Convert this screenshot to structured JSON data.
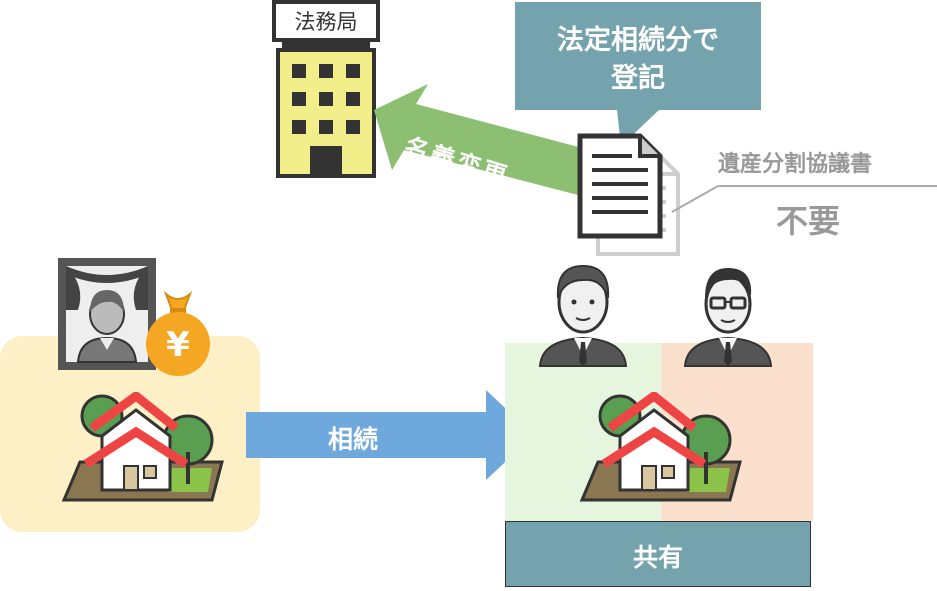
{
  "building": {
    "sign": "法務局"
  },
  "callout": {
    "line1": "法定相続分で",
    "line2": "登記"
  },
  "arrows": {
    "name_change": "名義変更",
    "inheritance": "相続"
  },
  "document": {
    "title": "遺産分割協議書",
    "status": "不要"
  },
  "co_ownership": {
    "label": "共有"
  },
  "colors": {
    "teal": "#74a3ad",
    "green_arrow": "#8dbf73",
    "blue_arrow": "#6fa8dc",
    "building_yellow": "#f2ef8a",
    "cream": "#fdf0c6",
    "light_green": "#e5f5de",
    "peach": "#fbe0cd",
    "gray_text": "#999999"
  }
}
